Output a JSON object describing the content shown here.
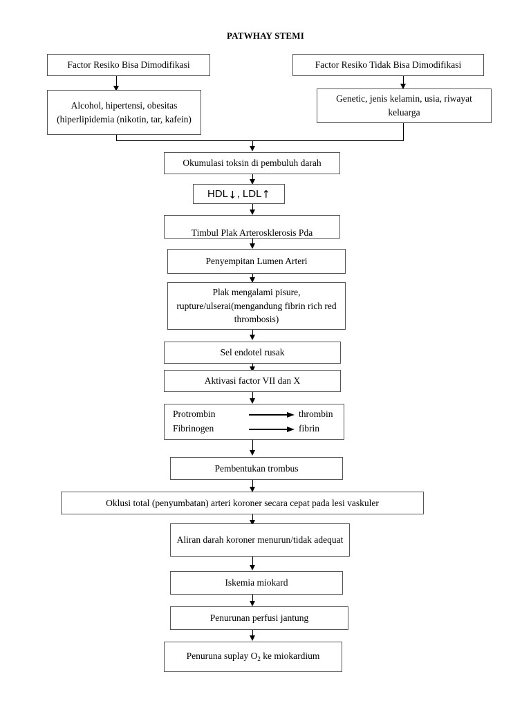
{
  "title": "PATWHAY STEMI",
  "nodes": {
    "risk_modifiable": "Factor Resiko Bisa Dimodifikasi",
    "risk_modifiable_detail": "Alcohol, hipertensi, obesitas (hiperlipidemia (nikotin, tar, kafein)",
    "risk_nonmodifiable": "Factor Resiko Tidak Bisa Dimodifikasi",
    "risk_nonmodifiable_detail": "Genetic, jenis kelamin, usia, riwayat keluarga",
    "toxin_accumulation": "Okumulasi toksin di pembuluh darah",
    "lipid_label_hdl": "HDL",
    "lipid_arrow_hdl": "↓",
    "lipid_separator": ",",
    "lipid_label_ldl": "LDL",
    "lipid_arrow_ldl": "↑",
    "plaque_formation": "Timbul Plak Arterosklerosis Pda",
    "plaque_formation_line2": "",
    "lumen_narrowing": "Penyempitan Lumen Arteri",
    "plaque_rupture": "Plak mengalami pisure, rupture/ulserai(mengandung fibrin rich red thrombosis)",
    "endothelial_damage": "Sel endotel rusak",
    "factor_activation": "Aktivasi factor VII dan X",
    "coagulation": {
      "row1_left": "Protrombin",
      "row1_right": "thrombin",
      "row2_left": "Fibrinogen",
      "row2_right": "fibrin"
    },
    "thrombus_formation": "Pembentukan trombus",
    "total_occlusion": "Oklusi total (penyumbatan) arteri koroner secara cepat pada lesi vaskuler",
    "coronary_flow": "Aliran darah koroner menurun/tidak adequat",
    "myocardial_ischemia": "Iskemia miokard",
    "perfusion_decrease": "Penurunan perfusi jantung",
    "oxygen_supply_pre": "Penuruna suplay O",
    "oxygen_supply_sub": "2",
    "oxygen_supply_post": " ke miokardium"
  },
  "colors": {
    "box_border": "#555555",
    "connector": "#000000",
    "background": "#ffffff",
    "text": "#000000"
  }
}
